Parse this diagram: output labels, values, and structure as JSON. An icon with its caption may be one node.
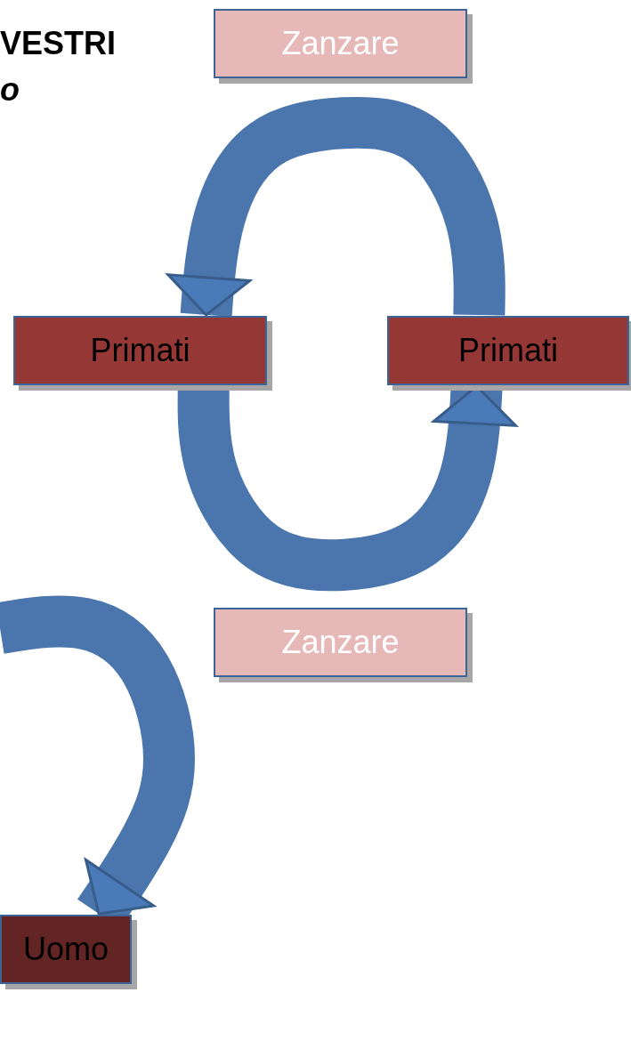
{
  "diagram": {
    "nodes": [
      {
        "text": [
          "Zanzare"
        ]
      },
      {
        "text": [
          "Primati"
        ]
      },
      {
        "text": [
          "Primati"
        ]
      },
      {
        "text": [
          "Zanzare"
        ]
      },
      {
        "text": [
          "Uomo"
        ]
      }
    ],
    "edges": [
      {
        "from": 2,
        "to": 1,
        "arrow": "to"
      },
      {
        "from": 1,
        "to": 2,
        "arrow": "to"
      },
      {
        "from": null,
        "to": 4,
        "arrow": "to"
      }
    ],
    "labels": [
      "VESTRI",
      "o"
    ]
  }
}
